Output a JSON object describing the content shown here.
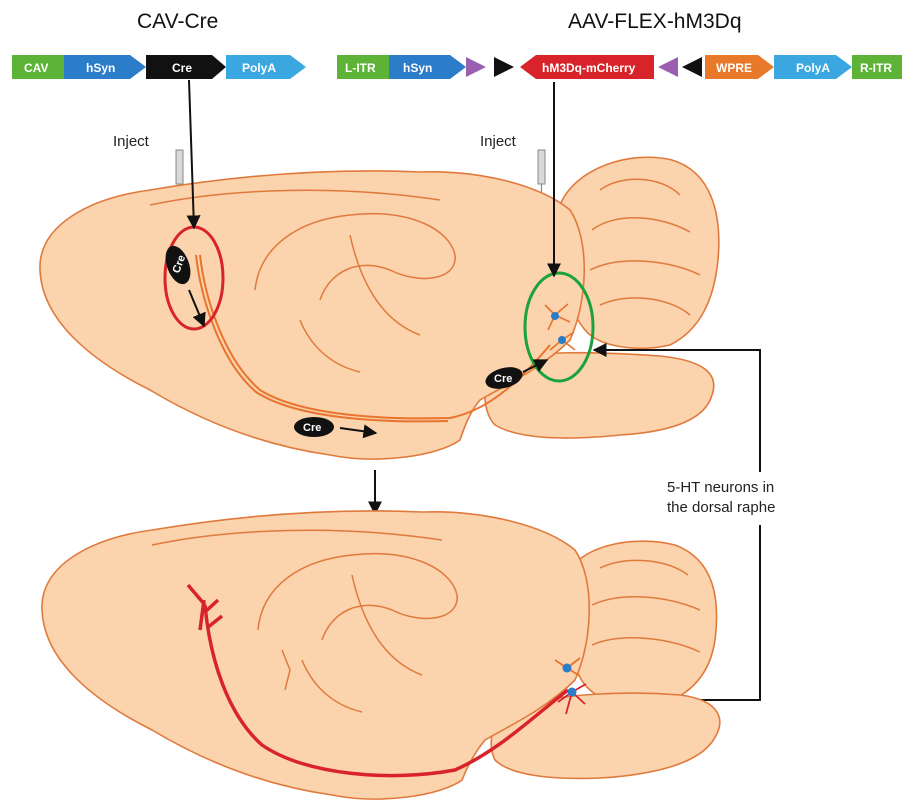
{
  "left_construct": {
    "title": "CAV-Cre",
    "segments": [
      {
        "label": "CAV",
        "color": "#5cb335"
      },
      {
        "label": "hSyn",
        "color": "#2b7cc9"
      },
      {
        "label": "Cre",
        "color": "#111111"
      },
      {
        "label": "PolyA",
        "color": "#3aa7e0"
      }
    ],
    "inject_label": "Inject"
  },
  "right_construct": {
    "title": "AAV-FLEX-hM3Dq",
    "segments": [
      {
        "label": "L-ITR",
        "color": "#5cb335"
      },
      {
        "label": "hSyn",
        "color": "#2b7cc9"
      },
      {
        "label": "hM3Dq-mCherry",
        "color": "#d9232a"
      },
      {
        "label": "WPRE",
        "color": "#e8792b"
      },
      {
        "label": "PolyA",
        "color": "#3aa7e0"
      },
      {
        "label": "R-ITR",
        "color": "#5cb335"
      }
    ],
    "inject_label": "Inject"
  },
  "cre_labels": [
    "Cre",
    "Cre",
    "Cre"
  ],
  "annotation": {
    "line1": "5-HT neurons in",
    "line2": "the dorsal raphe"
  },
  "colors": {
    "brain_fill": "#fbd3ad",
    "brain_outline": "#e07a3c",
    "projection_marked": "#d9232a",
    "cav_circle": "#d9232a",
    "raphe_circle": "#1aa33a",
    "loxp_purple": "#9a5fb0"
  }
}
